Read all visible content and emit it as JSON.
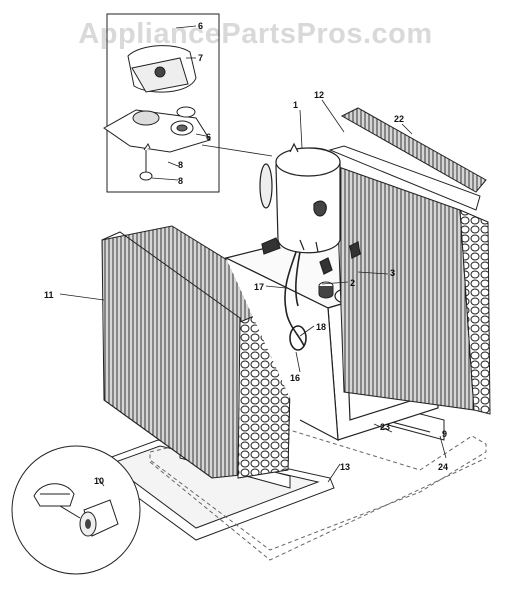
{
  "watermark": {
    "text": "AppliancePartsPros.com"
  },
  "callouts": {
    "c1": "1",
    "c2": "2",
    "c3": "3",
    "c6": "6",
    "c7": "7",
    "c8": "8",
    "c9": "9",
    "c10": "10",
    "c11": "11",
    "c12": "12",
    "c13": "13",
    "c16": "16",
    "c17": "17",
    "c18": "18",
    "c22": "22",
    "c23": "23",
    "c24": "24"
  },
  "colors": {
    "line": "#1a1a1a",
    "watermark": "#d9d9d9",
    "background": "#ffffff"
  }
}
